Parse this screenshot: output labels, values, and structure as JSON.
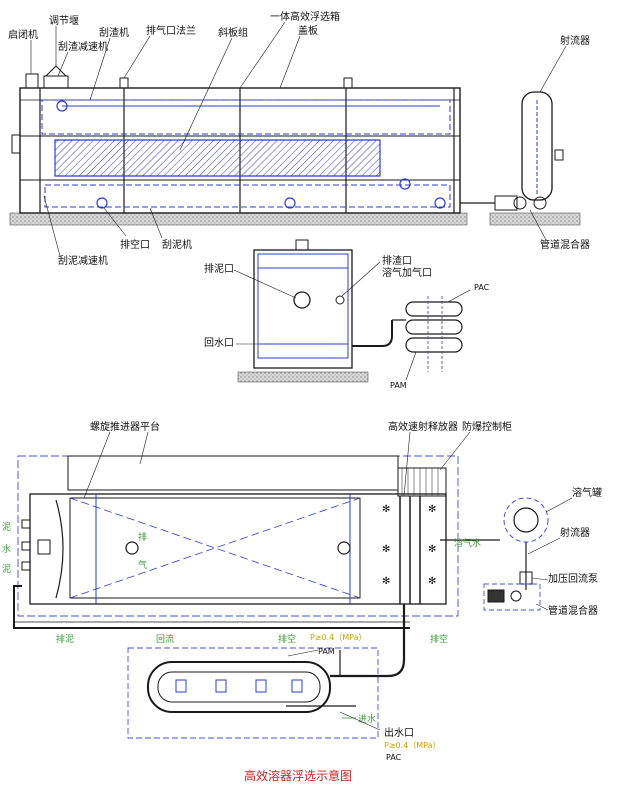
{
  "top_labels": {
    "qibiji": "启闭机",
    "tiaojiegao": "调节堰",
    "guazhaji": "刮渣机",
    "guazhajiansuji": "刮渣减速机",
    "paiqikoufalan": "排气口法兰",
    "xiebanzu": "斜板组",
    "yitixiang": "一体高效浮选箱",
    "gaiban": "盖板",
    "shelinqi": "射流器",
    "paikongkou": "排空口",
    "guaniji": "刮泥机",
    "guanijiansuji": "刮泥减速机",
    "guandaohunheqi": "管道混合器"
  },
  "side_labels": {
    "painikou": "排泥口",
    "paizhakou": "排渣口",
    "rongqijiaqikou": "溶气加气口",
    "huishuikou": "回水口",
    "pac": "PAC",
    "pam": "PAM"
  },
  "plan_labels": {
    "luoxuantuijinqi": "螺旋推进器",
    "pingtai": "平台",
    "gaoxiaosushifangqi": "高效速射释放器",
    "fangbaokongzhigui": "防爆控制柜",
    "rongqiguan": "溶气罐",
    "shelinqi": "射流器",
    "jiayahuiliubeng": "加压回流泵",
    "guandaohunheqi": "管道混合器",
    "pai": "排",
    "qi": "气",
    "rongqishui": "溶气水",
    "pai_ni_l": "排泥",
    "huiliu": "回流",
    "paikong1": "排空",
    "paikong2": "排空",
    "ni_left": "泥",
    "shui_left": "水",
    "ni_left2": "泥",
    "pam_plan": "PAM",
    "pam_pressure": "P≥0.4（MPa）",
    "jinshui": "进水",
    "chushuikou": "出水口",
    "pac_pressure": "P≥0.4（MPa）",
    "pac_plan": "PAC"
  },
  "caption": "高效溶器浮选示意图",
  "colors": {
    "line": "#1a1a1a",
    "blue": "#2b3fd1",
    "blue_dash": "#4050e0",
    "ground": "#bdbdbd",
    "green": "#3a9a3a",
    "caption": "#d02020"
  },
  "icons": {
    "valve": "valve-icon",
    "pump": "pump-icon",
    "motor": "motor-icon"
  }
}
